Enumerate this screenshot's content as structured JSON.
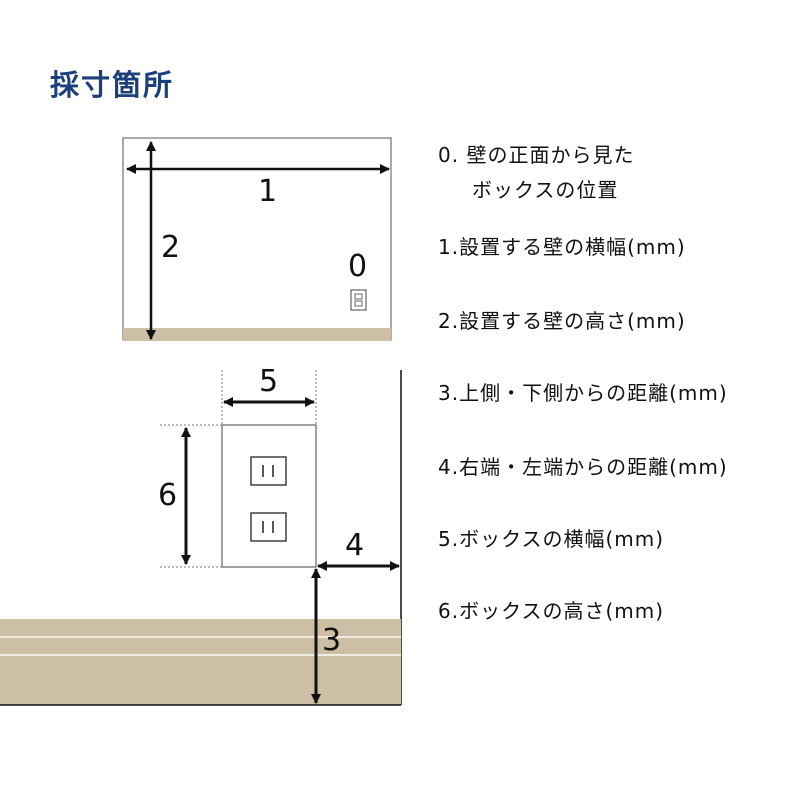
{
  "title": "採寸箇所",
  "labels": {
    "wall_width": "1",
    "wall_height": "2",
    "box_position": "0",
    "vertical_distance": "3",
    "horizontal_distance": "4",
    "box_width": "5",
    "box_height": "6"
  },
  "legend": {
    "item0_line1": "0. 壁の正面から見た",
    "item0_line2": "ボックスの位置",
    "item1": "1.設置する壁の横幅(mm)",
    "item2": "2.設置する壁の高さ(mm)",
    "item3": "3.上側・下側からの距離(mm)",
    "item4": "4.右端・左端からの距離(mm)",
    "item5": "5.ボックスの横幅(mm)",
    "item6": "6.ボックスの高さ(mm)"
  },
  "colors": {
    "title": "#1d3f7a",
    "floor": "#cdbfa5",
    "floor_line": "#f2ece0",
    "line": "#111111"
  }
}
